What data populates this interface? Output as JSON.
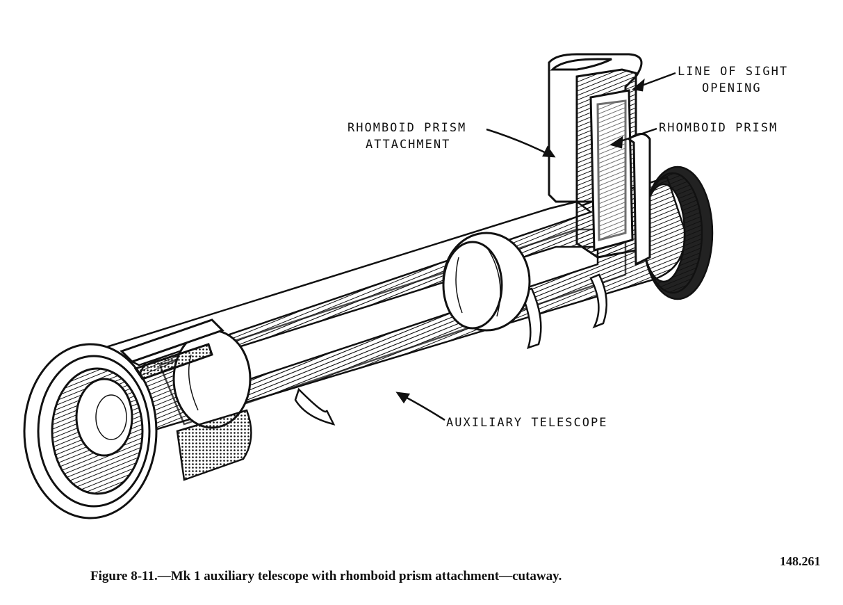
{
  "labels": {
    "line_of_sight_1": "LINE OF SIGHT",
    "line_of_sight_2": "OPENING",
    "rhomboid_prism": "RHOMBOID PRISM",
    "attachment_1": "RHOMBOID PRISM",
    "attachment_2": "ATTACHMENT",
    "auxiliary_telescope": "AUXILIARY TELESCOPE"
  },
  "caption": "Figure 8-11.—Mk 1 auxiliary telescope with rhomboid prism attachment—cutaway.",
  "figure_number": "148.261"
}
